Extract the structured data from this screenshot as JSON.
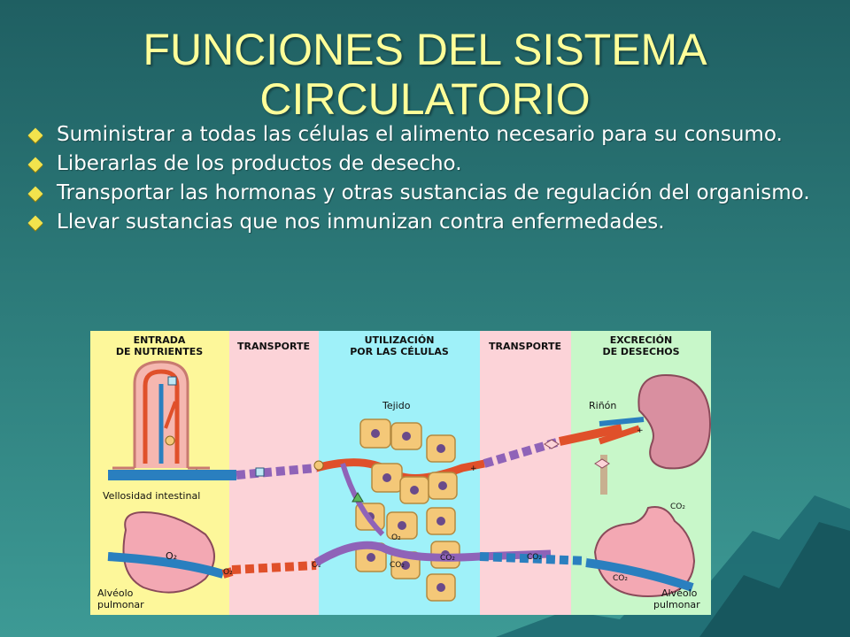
{
  "slide": {
    "title_line1": "FUNCIONES DEL SISTEMA",
    "title_line2": "CIRCULATORIO",
    "bullets": [
      "Suministrar a todas las células el alimento necesario para su consumo.",
      "Liberarlas de los productos de desecho.",
      "Transportar las hormonas y otras sustancias de regulación del organismo.",
      "Llevar sustancias que nos inmunizan contra enfermedades."
    ],
    "colors": {
      "title": "#ffff99",
      "bullet_text": "#ffffff",
      "bullet_marker": "#f2e34d",
      "background": "#2c7a79"
    }
  },
  "diagram": {
    "columns": [
      {
        "line1": "ENTRADA",
        "line2": "DE NUTRIENTES",
        "color": "#fdf79a"
      },
      {
        "line1": "TRANSPORTE",
        "line2": "",
        "color": "#fcd3d8"
      },
      {
        "line1": "UTILIZACIÓN",
        "line2": "POR LAS CÉLULAS",
        "color": "#9ff1f9"
      },
      {
        "line1": "TRANSPORTE",
        "line2": "",
        "color": "#fcd3d8"
      },
      {
        "line1": "EXCRECIÓN",
        "line2": "DE DESECHOS",
        "color": "#c8f7c9"
      }
    ],
    "labels": {
      "villus": "Vellosidad intestinal",
      "tissue": "Tejido",
      "kidney": "Riñón",
      "alveolus_left_1": "Alvéolo",
      "alveolus_left_2": "pulmonar",
      "alveolus_right_1": "Alvéolo",
      "alveolus_right_2": "pulmonar",
      "o2": "O₂",
      "co2": "CO₂"
    },
    "colors": {
      "artery": "#e0502a",
      "vein": "#2a7fbf",
      "cell": "#f4c878",
      "nucleus": "#6a4a8a",
      "organ": "#e9a6b4"
    }
  }
}
